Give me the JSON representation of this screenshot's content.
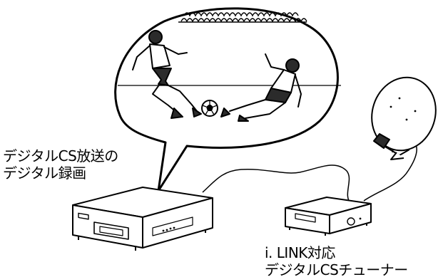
{
  "labels": {
    "recorder_line1": "デジタルCS放送の",
    "recorder_line2": "デジタル録画",
    "tuner_line1": "i. LINK対応",
    "tuner_line2": "デジタルCSチューナー"
  },
  "colors": {
    "ink": "#000000",
    "paper": "#ffffff",
    "shade": "#2b2b2b"
  },
  "icons": [
    "speech-bubble-icon",
    "soccer-players-illustration",
    "soccer-ball-icon",
    "digital-video-recorder-illustration",
    "cs-tuner-illustration",
    "satellite-dish-illustration"
  ]
}
